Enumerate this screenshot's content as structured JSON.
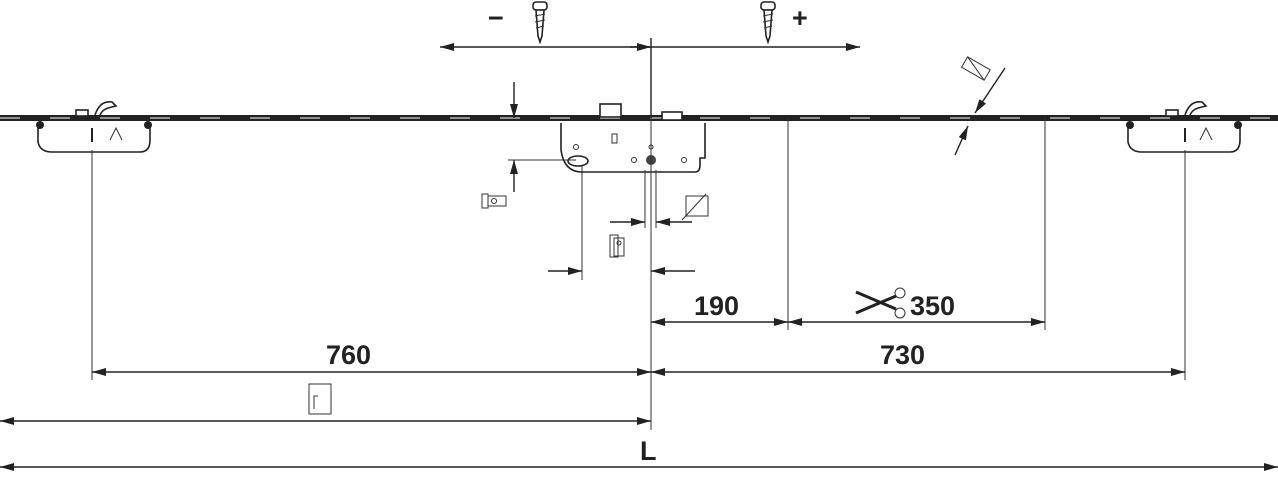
{
  "title": "Multipoint lock dimension drawing",
  "labels": {
    "minus": "−",
    "plus": "+",
    "dim_190": "190",
    "dim_350": "350",
    "dim_760": "760",
    "dim_730": "730",
    "dim_L": "L"
  },
  "icons": [
    "screw-icon",
    "scissors-icon",
    "door-frame-icon",
    "bolt-profile-icon",
    "square-spindle-icon"
  ],
  "colors": {
    "line": "#222222",
    "background": "#ffffff"
  }
}
